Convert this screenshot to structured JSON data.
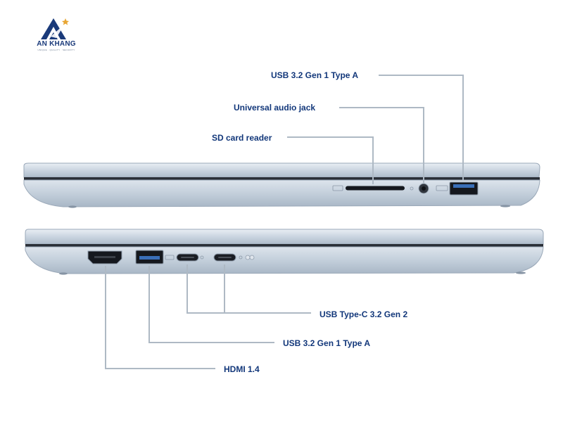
{
  "brand": {
    "name": "AN KHANG",
    "tagline": "UNIQUE · QUALITY · SECURITY",
    "colors": {
      "navy": "#1a3a7a",
      "gold": "#e8a634"
    }
  },
  "colors": {
    "label": "#12377a",
    "leader_line": "#aeb9c4",
    "chassis": "#c9d3df",
    "port": "#15181e"
  },
  "side_right": {
    "ports": [
      {
        "label": "USB 3.2 Gen 1 Type A"
      },
      {
        "label": "Universal audio jack"
      },
      {
        "label": "SD card reader"
      }
    ]
  },
  "side_left": {
    "ports": [
      {
        "label": "USB Type-C 3.2 Gen 2"
      },
      {
        "label": "USB 3.2 Gen 1 Type A"
      },
      {
        "label": "HDMI 1.4"
      }
    ]
  }
}
